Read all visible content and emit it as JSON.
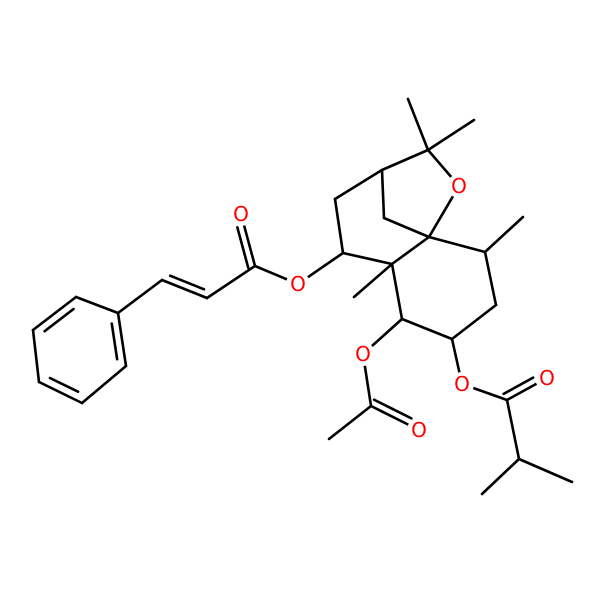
{
  "molecule": {
    "colors": {
      "carbon_bond": "#000000",
      "oxygen": "#ff0000",
      "background": "#ffffff"
    },
    "atom_labels": {
      "ring_ether_oxygen": "O",
      "cinnamate_ester_oxygen": "O",
      "cinnamate_carbonyl_oxygen": "O",
      "acetate_ester_oxygen": "O",
      "acetate_carbonyl_oxygen": "O",
      "isobutyrate_ester_oxygen": "O",
      "isobutyrate_carbonyl_oxygen": "O"
    }
  }
}
